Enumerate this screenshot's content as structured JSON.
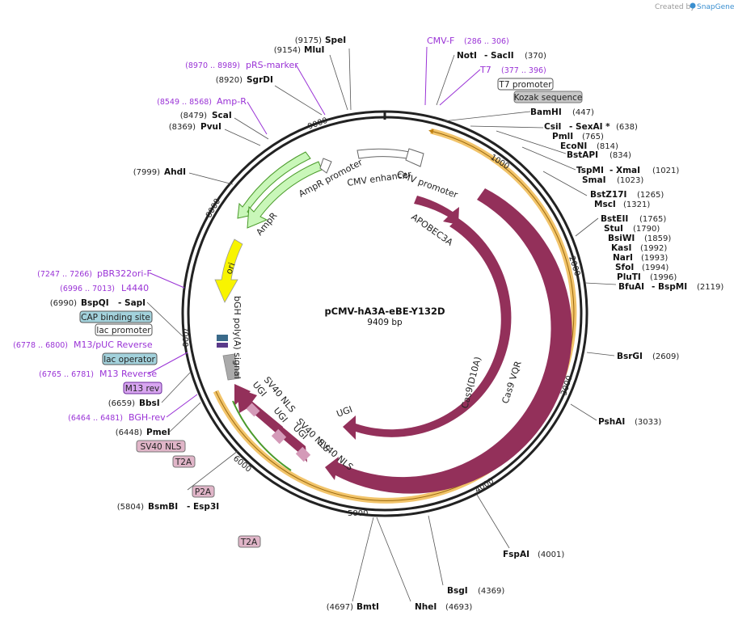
{
  "credit": {
    "text": "Created by",
    "brand": "SnapGene"
  },
  "plasmid": {
    "name": "pCMV-hA3A-eBE-Y132D",
    "size": "9409 bp"
  },
  "ticks": [
    "1000",
    "2000",
    "3000",
    "4000",
    "5000",
    "6000",
    "7000",
    "8000",
    "9000"
  ],
  "enzymes": [
    {
      "name": "SpeI",
      "pos": "(9175)"
    },
    {
      "name": "MluI",
      "pos": "(9154)"
    },
    {
      "name": "SgrDI",
      "pos": "(8920)"
    },
    {
      "name": "ScaI",
      "pos": "(8479)"
    },
    {
      "name": "PvuI",
      "pos": "(8369)"
    },
    {
      "name": "AhdI",
      "pos": "(7999)"
    },
    {
      "name": "BspQI",
      "pos": "(6990)",
      "name2": "- SapI"
    },
    {
      "name": "BbsI",
      "pos": "(6659)"
    },
    {
      "name": "PmeI",
      "pos": "(6448)"
    },
    {
      "name": "BsmBI",
      "pos": "(5804)",
      "name2": "- Esp3I"
    },
    {
      "name": "BmtI",
      "pos": "(4697)"
    },
    {
      "name": "NheI",
      "pos": "(4693)"
    },
    {
      "name": "BsgI",
      "pos": "(4369)"
    },
    {
      "name": "FspAI",
      "pos": "(4001)"
    },
    {
      "name": "PshAI",
      "pos": "(3033)"
    },
    {
      "name": "BsrGI",
      "pos": "(2609)"
    },
    {
      "name": "BfuAI",
      "pos": "(2119)",
      "name2": "- BspMI"
    },
    {
      "name": "PluTI",
      "pos": "(1996)"
    },
    {
      "name": "SfoI",
      "pos": "(1994)"
    },
    {
      "name": "NarI",
      "pos": "(1993)"
    },
    {
      "name": "KasI",
      "pos": "(1992)"
    },
    {
      "name": "BsiWI",
      "pos": "(1859)"
    },
    {
      "name": "StuI",
      "pos": "(1790)"
    },
    {
      "name": "BstEII",
      "pos": "(1765)"
    },
    {
      "name": "MscI",
      "pos": "(1321)"
    },
    {
      "name": "BstZ17I",
      "pos": "(1265)"
    },
    {
      "name": "SmaI",
      "pos": "(1023)"
    },
    {
      "name": "TspMI",
      "pos": "(1021)",
      "name2": "- XmaI"
    },
    {
      "name": "BstAPI",
      "pos": "(834)"
    },
    {
      "name": "EcoNI",
      "pos": "(814)"
    },
    {
      "name": "PmlI",
      "pos": "(765)"
    },
    {
      "name": "CsiI",
      "pos": "(638)",
      "name2": "- SexAI *"
    },
    {
      "name": "BamHI",
      "pos": "(447)"
    },
    {
      "name": "NotI",
      "pos": "(370)",
      "name2": "- SacII"
    }
  ],
  "primers": [
    {
      "name": "CMV-F",
      "range": "(286 .. 306)"
    },
    {
      "name": "T7",
      "range": "(377 .. 396)"
    },
    {
      "name": "pRS-marker",
      "range": "(8970 .. 8989)"
    },
    {
      "name": "Amp-R",
      "range": "(8549 .. 8568)"
    },
    {
      "name": "pBR322ori-F",
      "range": "(7247 .. 7266)"
    },
    {
      "name": "L4440",
      "range": "(6996 .. 7013)"
    },
    {
      "name": "M13/pUC Reverse",
      "range": "(6778 .. 6800)"
    },
    {
      "name": "M13 Reverse",
      "range": "(6765 .. 6781)"
    },
    {
      "name": "BGH-rev",
      "range": "(6464 .. 6481)"
    }
  ],
  "boxes": [
    {
      "label": "T7 promoter"
    },
    {
      "label": "Kozak sequence"
    },
    {
      "label": "CAP binding site"
    },
    {
      "label": "lac promoter"
    },
    {
      "label": "lac operator"
    },
    {
      "label": "M13 rev"
    },
    {
      "label": "SV40 NLS"
    },
    {
      "label": "T2A"
    },
    {
      "label": "P2A"
    },
    {
      "label": "T2A"
    }
  ],
  "features": {
    "cmv_promoter": "CMV promoter",
    "cmv_enhancer": "CMV enhancer",
    "ampr_promoter": "AmpR promoter",
    "ampr": "AmpR",
    "ori": "ori",
    "bgh": "bGH poly(A) signal",
    "apobec": "APOBEC3A",
    "cas9_d10a": "Cas9(D10A)",
    "cas9_vqr": "Cas9 VQR",
    "ugi_inner": "UGI",
    "ugi_1": "UGI",
    "ugi_2": "UGI",
    "ugi_3": "UGI",
    "sv40_1": "SV40 NLS",
    "sv40_2": "SV40 NLS",
    "sv40_3": "SV40 NLS"
  },
  "colors": {
    "cds": "#93305a",
    "ampr": "#c9f7b9",
    "ori": "#f8f400",
    "primer": "#9a33d6",
    "orf": "#f2c46a"
  }
}
